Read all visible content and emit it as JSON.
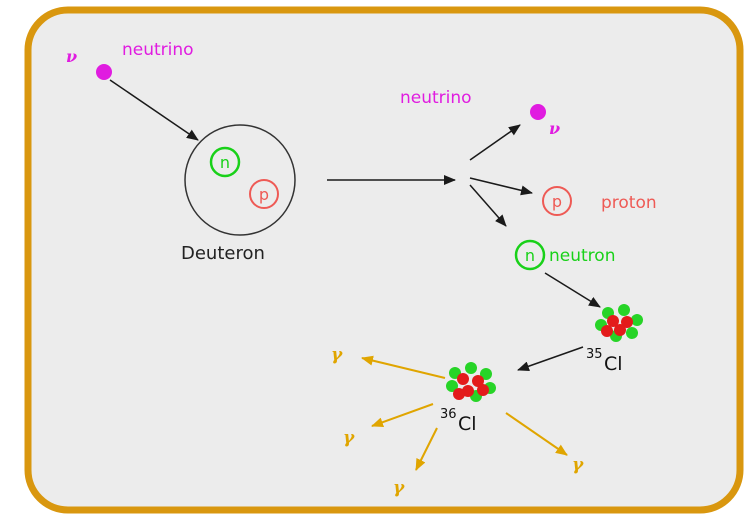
{
  "colors": {
    "frame": "#d9970f",
    "panel": "#ececec",
    "neutrino": "#e01ce0",
    "neutron": "#19d119",
    "proton": "#ee5a55",
    "gamma": "#e0a500",
    "arrow": "#1a1a1a",
    "nucleus_red": "#e31b1b",
    "nucleus_green": "#27d427"
  },
  "labels": {
    "nu_symbol": "ν",
    "neutrino_in": "neutrino",
    "neutron_in": "n",
    "proton_in": "p",
    "deuteron": "Deuteron",
    "neutrino_out": "neutrino",
    "nu_out_symbol": "ν",
    "proton_circle": "p",
    "proton_out": "proton",
    "neutron_circle": "n",
    "neutron_out": "neutron",
    "cl35_mass": "35",
    "cl35_sym": "Cl",
    "cl36_mass": "36",
    "cl36_sym": "Cl",
    "gamma": "γ"
  }
}
